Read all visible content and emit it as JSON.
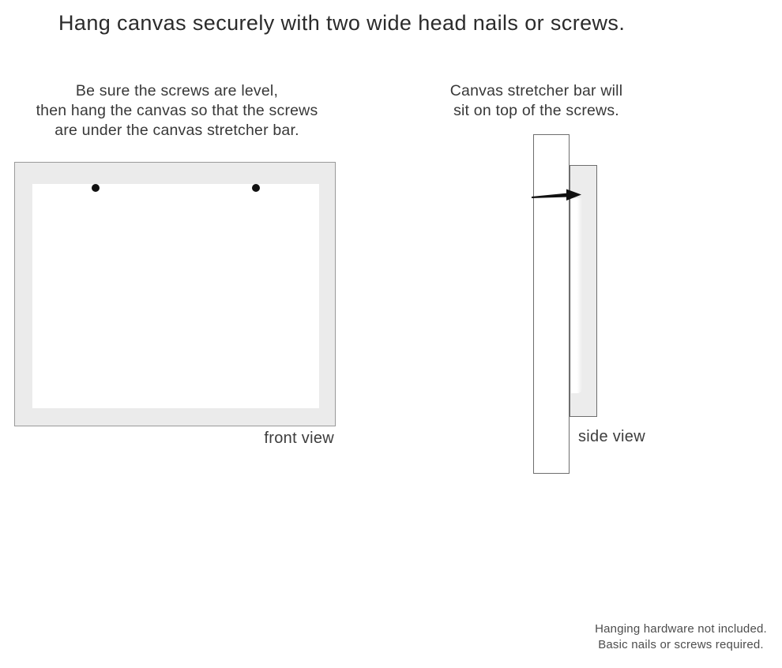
{
  "page": {
    "title": "Hang canvas securely with two wide head nails or screws."
  },
  "front_view": {
    "instruction_lines": [
      "Be sure the screws are level,",
      "then hang the canvas so that the screws",
      "are under the canvas stretcher bar."
    ],
    "label": "front view",
    "screw_count": 2
  },
  "side_view": {
    "instruction_lines": [
      "Canvas stretcher bar will",
      "sit on top of the screws."
    ],
    "label": "side view"
  },
  "footnote": {
    "lines": [
      "Hanging hardware not included.",
      "Basic nails or screws required."
    ]
  },
  "colors": {
    "background": "#ffffff",
    "canvas_frame_fill": "#ebebeb",
    "frame_border": "#9a9a9a",
    "bar_border": "#6e6e6e",
    "screw_dot": "#111111",
    "nail": "#111111",
    "title_text": "#2b2b2b",
    "body_text": "#383838",
    "footnote_text": "#4d4d4d"
  }
}
